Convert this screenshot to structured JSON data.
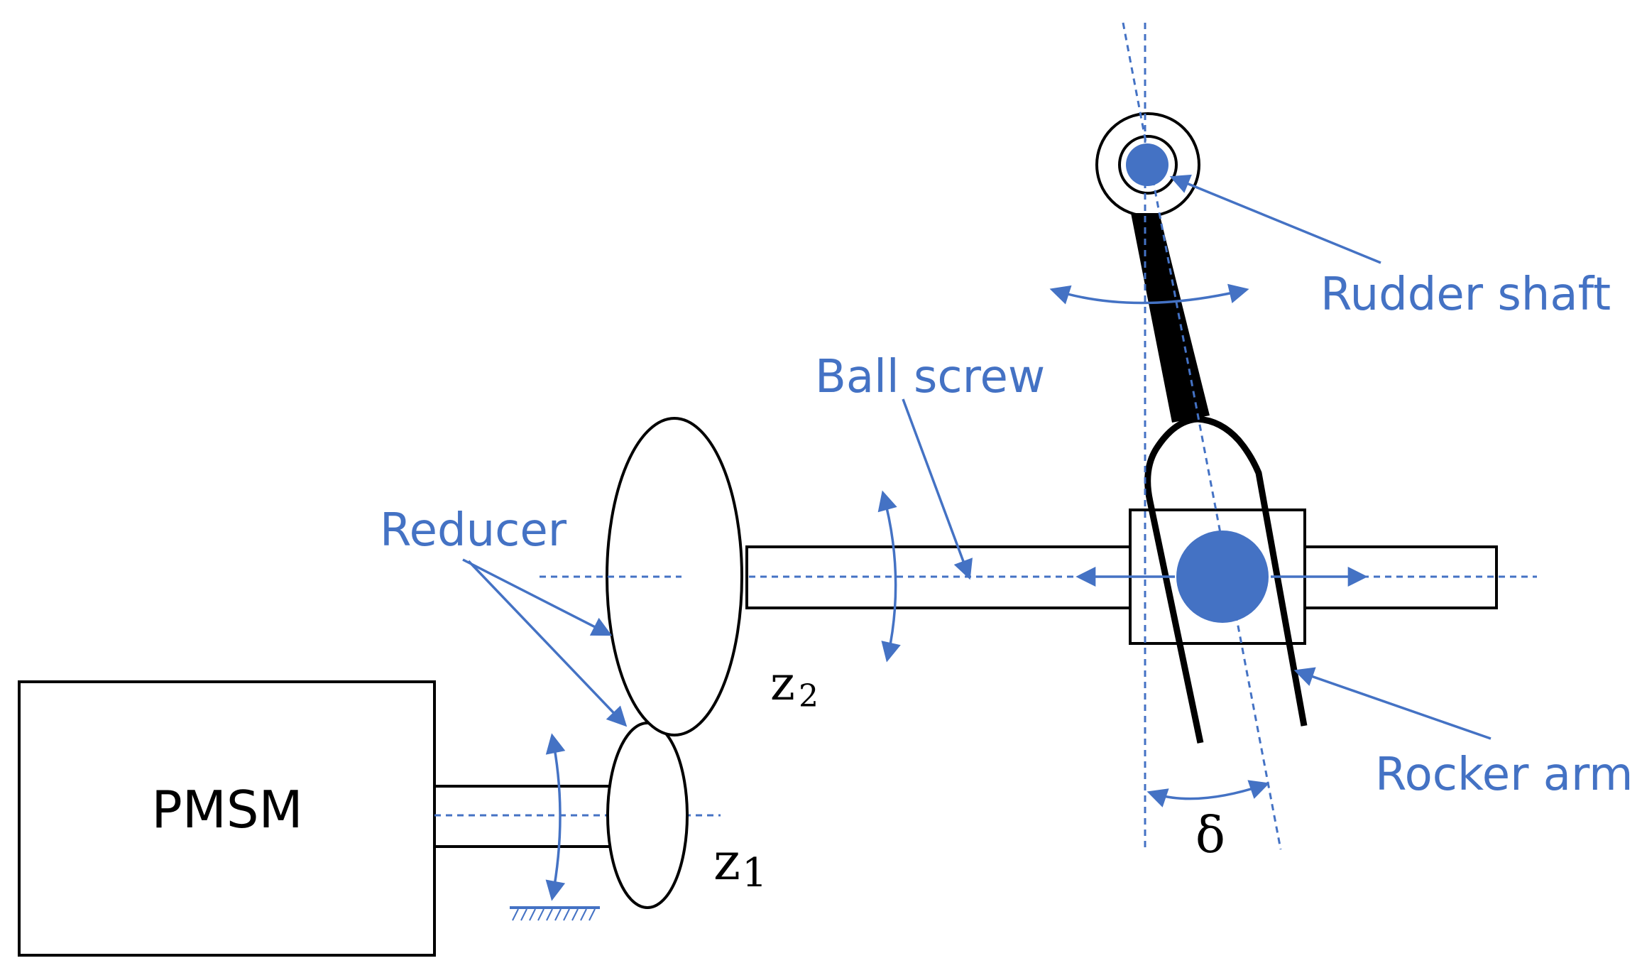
{
  "labels": {
    "motor": "PMSM",
    "reducer": "Reducer",
    "ball_screw": "Ball screw",
    "rudder_shaft": "Rudder shaft",
    "rocker_arm": "Rocker arm",
    "angle": "δ",
    "z1_base": "z",
    "z1_sub": "1",
    "z2_base": "z",
    "z2_sub": "2"
  },
  "colors": {
    "accent": "#4472C4",
    "line": "#000000",
    "background": "#ffffff"
  }
}
